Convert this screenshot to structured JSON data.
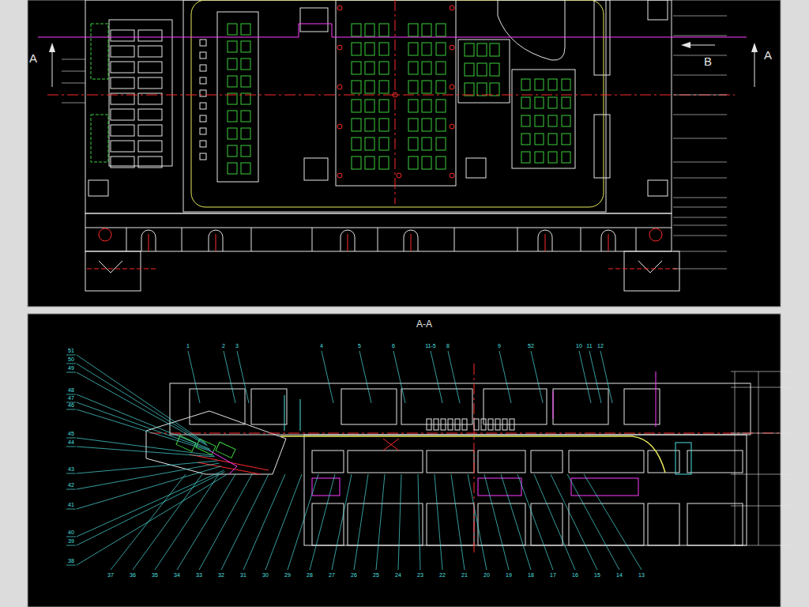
{
  "diagram": {
    "labels": [
      "A",
      "B",
      "A",
      "A-A",
      "51",
      "50",
      "49",
      "48",
      "47",
      "46",
      "45",
      "44",
      "43",
      "42",
      "41",
      "40",
      "39",
      "38",
      "1",
      "2",
      "3",
      "4",
      "5",
      "6",
      "11-5",
      "8",
      "9",
      "52",
      "10",
      "11",
      "12",
      "37",
      "36",
      "35",
      "34",
      "33",
      "32",
      "31",
      "30",
      "29",
      "28",
      "27",
      "26",
      "25",
      "24",
      "23",
      "22",
      "21",
      "20",
      "19",
      "18",
      "17",
      "16",
      "15",
      "14",
      "13"
    ]
  }
}
